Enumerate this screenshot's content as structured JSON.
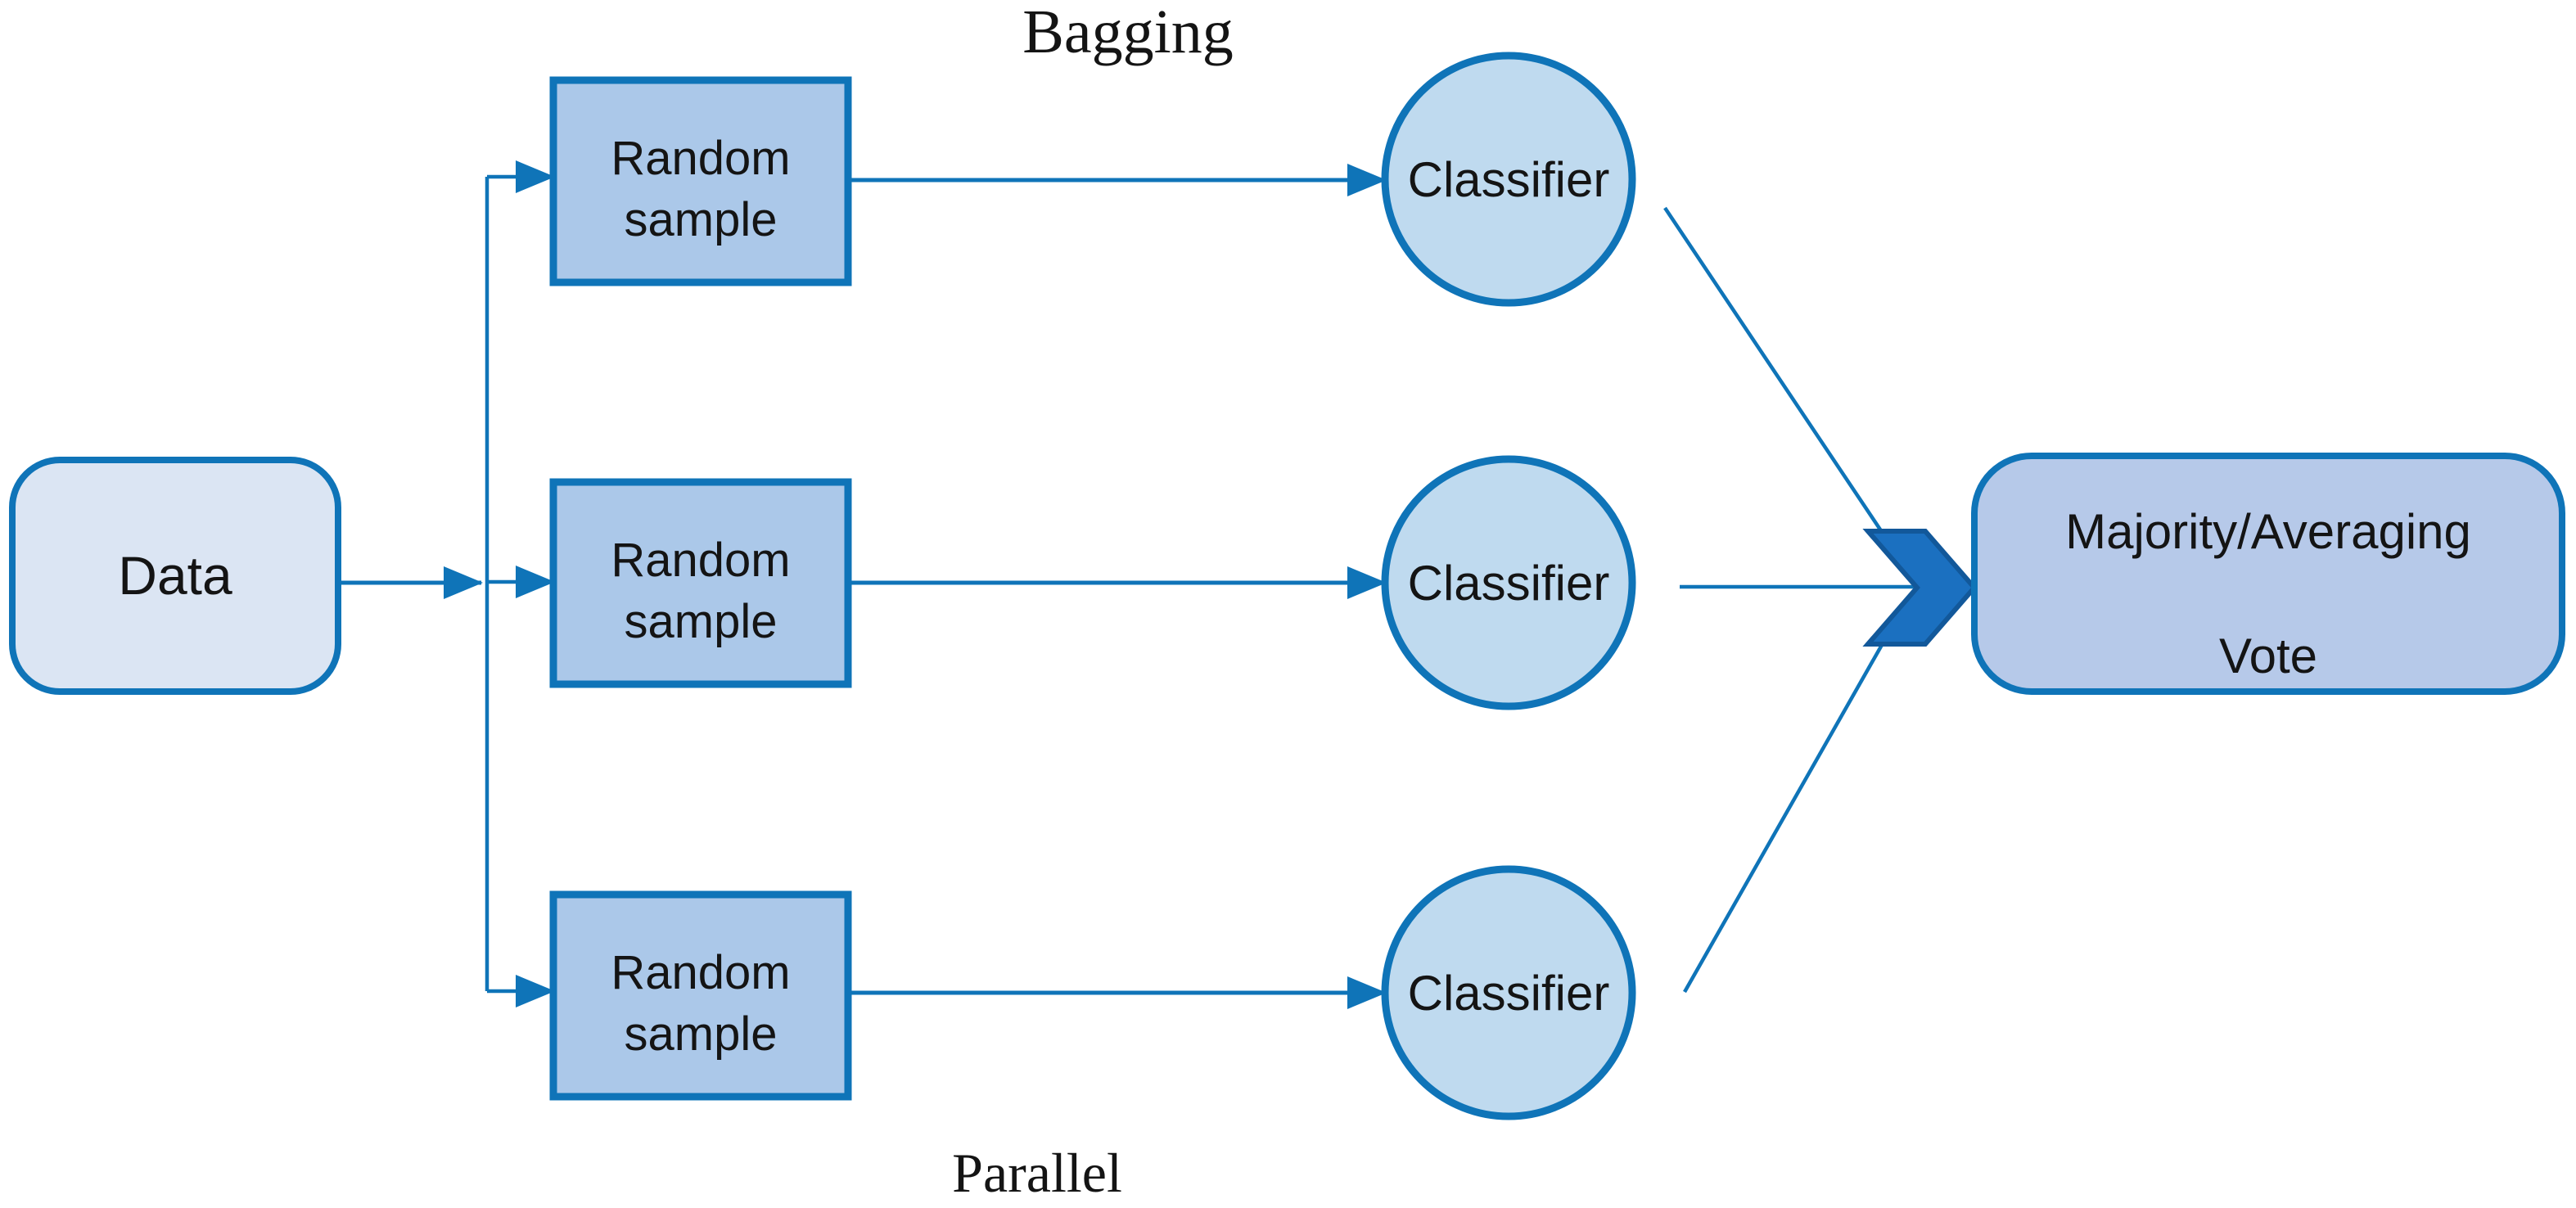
{
  "title": "Bagging",
  "footer": "Parallel",
  "colors": {
    "background": "#ffffff",
    "line": "#0f74b8",
    "text": "#141414",
    "data_fill": "#dbe5f3",
    "sample_fill": "#abc8e9",
    "classifier_fill": "#bfdaef",
    "vote_fill": "#b6c9e9",
    "chevron_fill": "#1b70c0",
    "chevron_stroke": "#12589a"
  },
  "nodes": {
    "data": {
      "label": "Data"
    },
    "samples": [
      {
        "lines": [
          "Random",
          "sample"
        ]
      },
      {
        "lines": [
          "Random",
          "sample"
        ]
      },
      {
        "lines": [
          "Random",
          "sample"
        ]
      }
    ],
    "classifiers": [
      {
        "label": "Classifier"
      },
      {
        "label": "Classifier"
      },
      {
        "label": "Classifier"
      }
    ],
    "vote": {
      "lines": [
        "Majority/Averaging",
        "Vote"
      ]
    }
  }
}
